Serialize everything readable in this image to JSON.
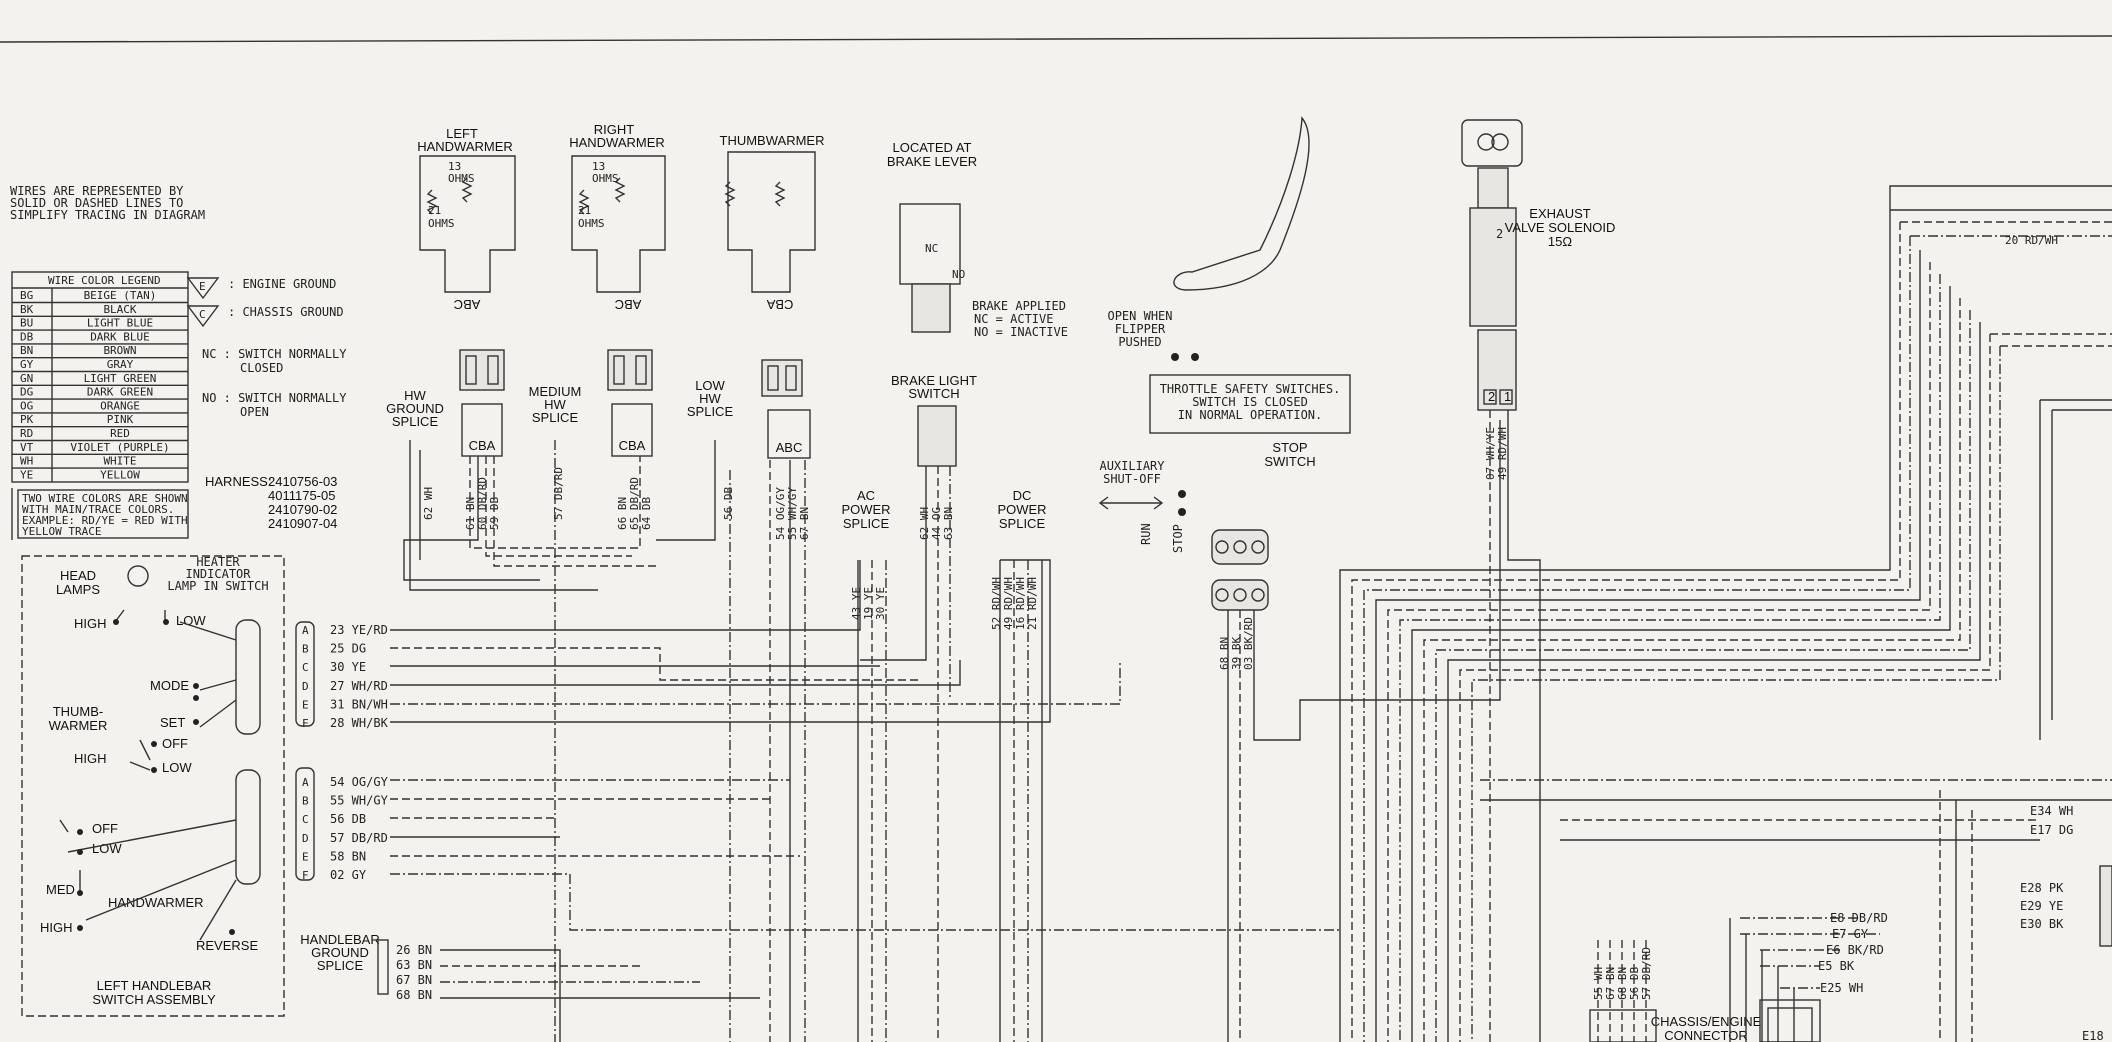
{
  "notes": {
    "wires_note": [
      "WIRES ARE REPRESENTED BY",
      "SOLID OR DASHED LINES TO",
      "SIMPLIFY TRACING IN DIAGRAM"
    ]
  },
  "legend": {
    "title": "WIRE COLOR LEGEND",
    "rows": [
      {
        "code": "BG",
        "name": "BEIGE (TAN)"
      },
      {
        "code": "BK",
        "name": "BLACK"
      },
      {
        "code": "BU",
        "name": "LIGHT BLUE"
      },
      {
        "code": "DB",
        "name": "DARK BLUE"
      },
      {
        "code": "BN",
        "name": "BROWN"
      },
      {
        "code": "GY",
        "name": "GRAY"
      },
      {
        "code": "GN",
        "name": "LIGHT GREEN"
      },
      {
        "code": "DG",
        "name": "DARK GREEN"
      },
      {
        "code": "OG",
        "name": "ORANGE"
      },
      {
        "code": "PK",
        "name": "PINK"
      },
      {
        "code": "RD",
        "name": "RED"
      },
      {
        "code": "VT",
        "name": "VIOLET (PURPLE)"
      },
      {
        "code": "WH",
        "name": "WHITE"
      },
      {
        "code": "YE",
        "name": "YELLOW"
      }
    ],
    "two_wire_note": [
      "TWO WIRE COLORS ARE SHOWN",
      "WITH MAIN/TRACE COLORS.",
      "EXAMPLE: RD/YE = RED WITH",
      "YELLOW TRACE"
    ]
  },
  "symbols": {
    "engine_ground_mark": "E",
    "engine_ground": ": ENGINE GROUND",
    "chassis_ground_mark": "C",
    "chassis_ground": ": CHASSIS GROUND",
    "nc": [
      "NC : SWITCH NORMALLY",
      "CLOSED"
    ],
    "no": [
      "NO : SWITCH NORMALLY",
      "OPEN"
    ]
  },
  "harness": {
    "label": "HARNESS:",
    "numbers": [
      "2410756-03",
      "4011175-05",
      "2410790-02",
      "2410907-04"
    ]
  },
  "components": {
    "left_handwarmer": [
      "LEFT",
      "HANDWARMER"
    ],
    "right_handwarmer": [
      "RIGHT",
      "HANDWARMER"
    ],
    "thumbwarmer": "THUMBWARMER",
    "ohms_13": [
      "13",
      "OHMS"
    ],
    "ohms_21": [
      "21",
      "OHMS"
    ],
    "abc": "ABC",
    "cba": "CBA",
    "located_at": [
      "LOCATED AT",
      "BRAKE LEVER"
    ],
    "nc": "NC",
    "no": "NO",
    "brake_applied": [
      "BRAKE APPLIED",
      "NC = ACTIVE",
      "NO = INACTIVE"
    ],
    "brake_light_switch": [
      "BRAKE LIGHT",
      "SWITCH"
    ],
    "open_when": [
      "OPEN WHEN",
      "FLIPPER",
      "PUSHED"
    ],
    "throttle_safety": [
      "THROTTLE SAFETY SWITCHES.",
      "SWITCH IS CLOSED",
      "IN NORMAL OPERATION."
    ],
    "aux_shutoff": [
      "AUXILIARY",
      "SHUT-OFF"
    ],
    "run": "RUN",
    "stop": "STOP",
    "stop_switch": [
      "STOP",
      "SWITCH"
    ],
    "exhaust": [
      "EXHAUST",
      "VALVE SOLENOID",
      "15Ω"
    ],
    "pin2": "2",
    "pin1": "1",
    "hw_ground_splice": [
      "HW",
      "GROUND",
      "SPLICE"
    ],
    "medium_hw_splice": [
      "MEDIUM",
      "HW",
      "SPLICE"
    ],
    "low_hw_splice": [
      "LOW",
      "HW",
      "SPLICE"
    ],
    "ac_power_splice": [
      "AC",
      "POWER",
      "SPLICE"
    ],
    "dc_power_splice": [
      "DC",
      "POWER",
      "SPLICE"
    ],
    "handlebar_ground_splice": [
      "HANDLEBAR",
      "GROUND",
      "SPLICE"
    ],
    "chassis_engine_connector": [
      "CHASSIS/ENGINE",
      "CONNECTOR"
    ],
    "left_handlebar_switch": [
      "LEFT HANDLEBAR",
      "SWITCH ASSEMBLY"
    ]
  },
  "switch_assembly": {
    "head_lamps": [
      "HEAD",
      "LAMPS"
    ],
    "heater_indicator": [
      "HEATER",
      "INDICATOR",
      "LAMP IN SWITCH"
    ],
    "high": "HIGH",
    "low": "LOW",
    "mode": "MODE",
    "set": "SET",
    "off": "OFF",
    "thumbwarmer": [
      "THUMB-",
      "WARMER"
    ],
    "med": "MED",
    "handwarmer": "HANDWARMER",
    "reverse": "REVERSE"
  },
  "wire_labels": {
    "vert_hw_ground": "62 WH",
    "vert_left_hw": [
      "61 BN",
      "60 DB/RD",
      "59 DB"
    ],
    "vert_medium": "57 DB/RD",
    "vert_right_hw": [
      "66 BN",
      "65 DB/RD",
      "64 DB"
    ],
    "vert_low": "56 DB",
    "vert_thumb": [
      "54 OG/GY",
      "55 WH/GY",
      "67 BN"
    ],
    "vert_brake": [
      "62 WH",
      "44 OG",
      "63 BN"
    ],
    "vert_ac": [
      "43 YE",
      "19 YE",
      "30 YE"
    ],
    "vert_dc": [
      "52 RD/WH",
      "49 RD/WH",
      "16 RD/WH",
      "21 RD/WH"
    ],
    "vert_stop": [
      "68 BN",
      "39 BK",
      "03 BK/RD"
    ],
    "vert_exhaust": [
      "07 WH/YE",
      "49 RD/WH"
    ],
    "top_right": "20 RD/WH"
  },
  "connector1": {
    "pins": [
      "A",
      "B",
      "C",
      "D",
      "E",
      "F"
    ],
    "wires": [
      "23 YE/RD",
      "25 DG",
      "30 YE",
      "27 WH/RD",
      "31 BN/WH",
      "28 WH/BK"
    ]
  },
  "connector2": {
    "pins": [
      "A",
      "B",
      "C",
      "D",
      "E",
      "F"
    ],
    "wires": [
      "54 OG/GY",
      "55 WH/GY",
      "56 DB",
      "57 DB/RD",
      "58 BN",
      "02 GY"
    ]
  },
  "ground_wires": [
    "26 BN",
    "63 BN",
    "67 BN",
    "68 BN"
  ],
  "chassis_connector_wires": [
    "E8 DB/RD",
    "E7 GY",
    "E6 BK/RD",
    "E5 BK",
    "E25 WH"
  ],
  "chassis_connector_vert": [
    "55 WH",
    "67 BN",
    "68 BN",
    "56 DB",
    "57 DB/RD"
  ],
  "right_edge_wires": [
    "E34 WH",
    "E17 DG",
    "E28 PK",
    "E29 YE",
    "E30 BK",
    "E18"
  ]
}
